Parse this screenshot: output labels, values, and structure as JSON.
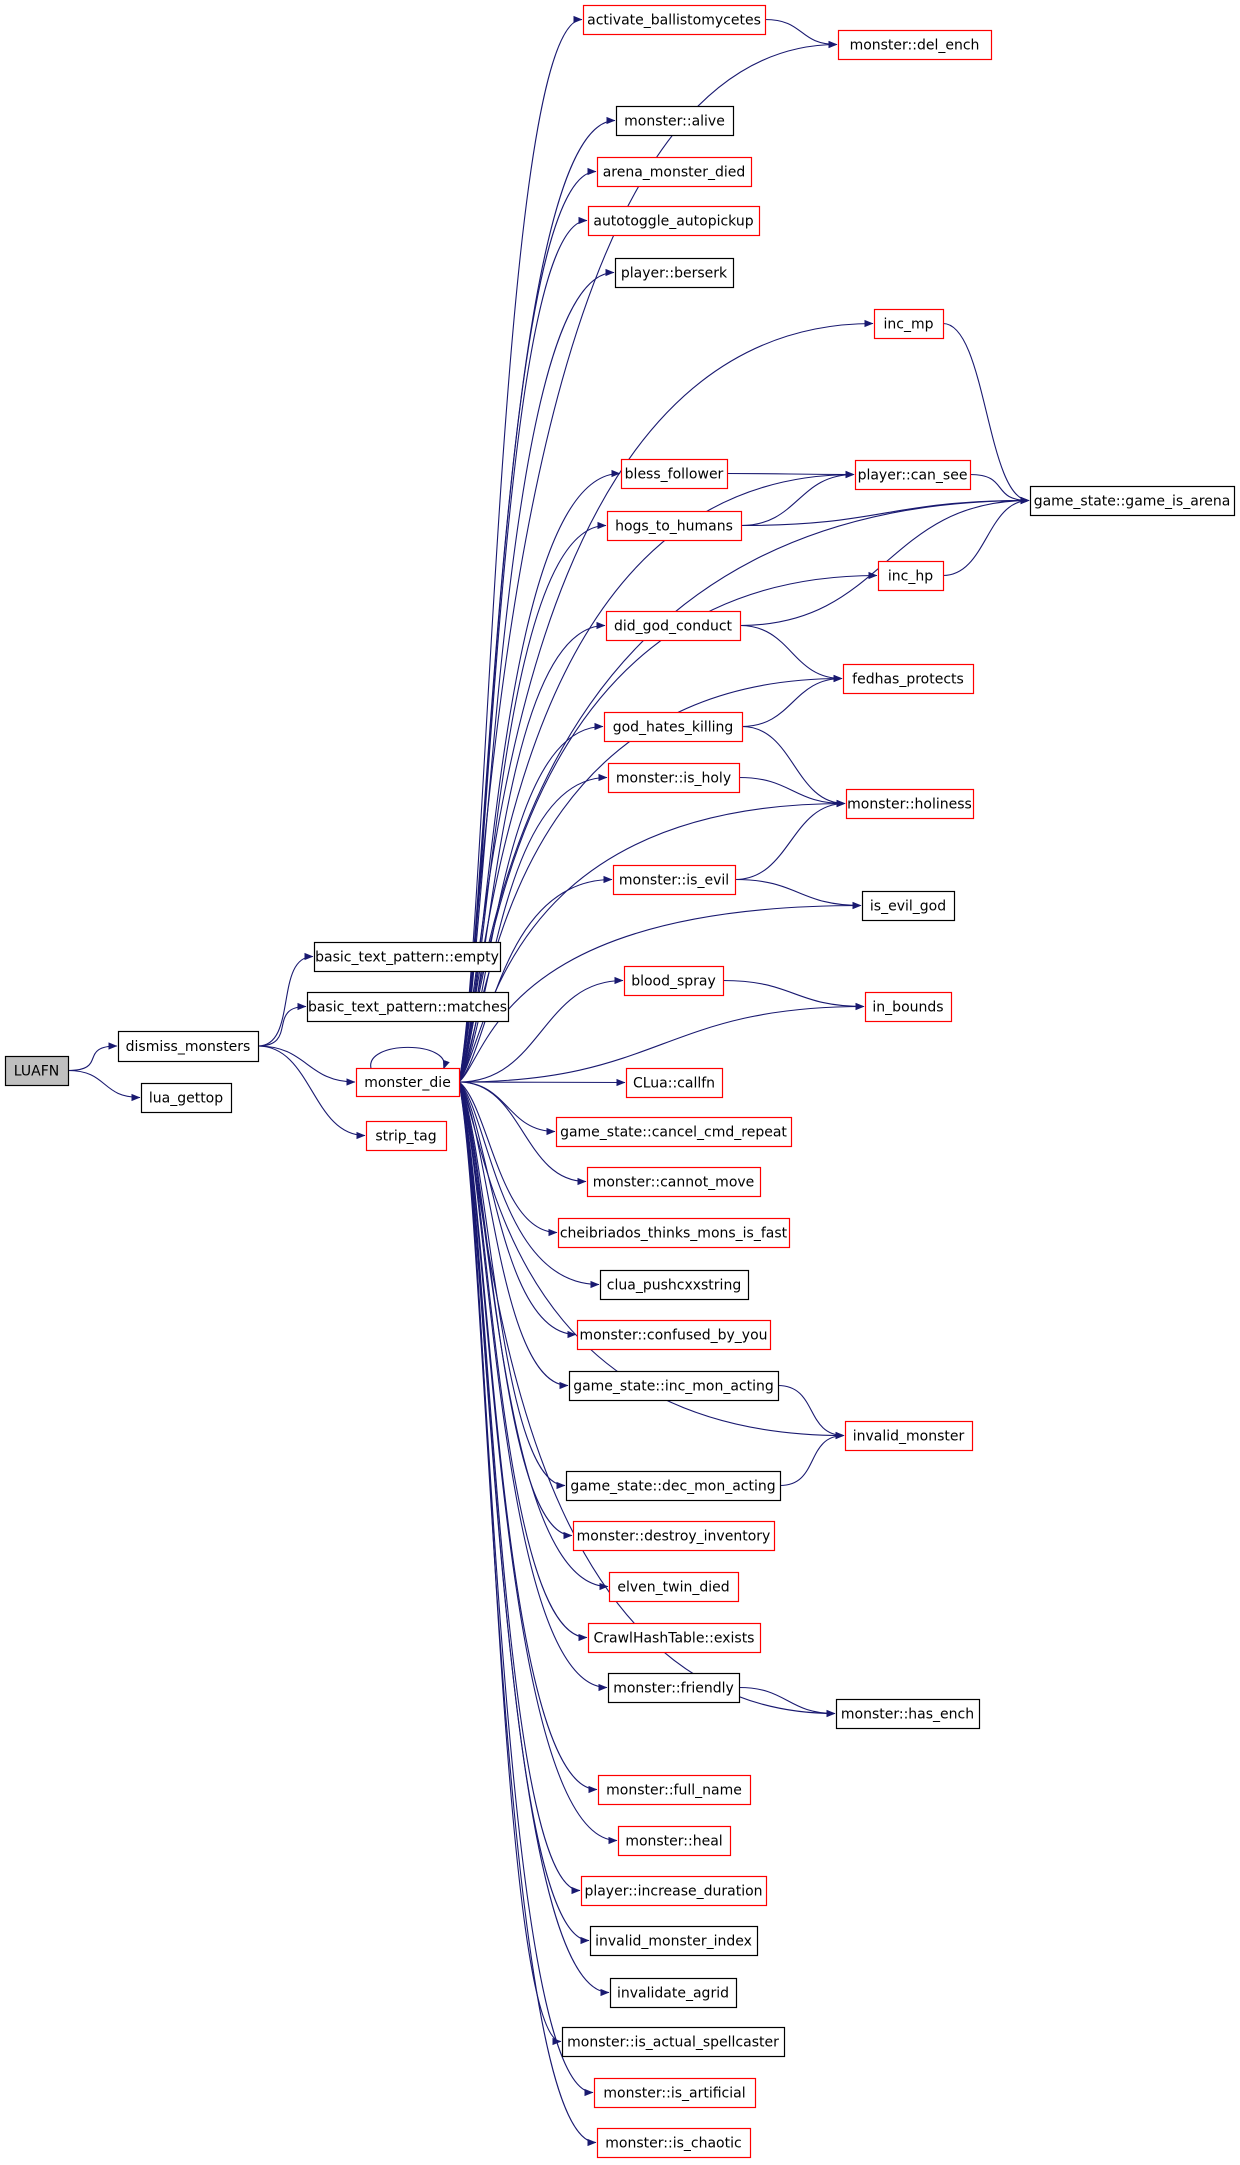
{
  "colors": {
    "edge": "#191970",
    "border_black": "#000000",
    "border_red": "#ff0000",
    "root_fill": "#bfbfbf"
  },
  "nodes": [
    {
      "id": "luafn",
      "label": "LUAFN",
      "border": "root"
    },
    {
      "id": "dismiss_monsters",
      "label": "dismiss_monsters",
      "border": "black"
    },
    {
      "id": "lua_gettop",
      "label": "lua_gettop",
      "border": "black"
    },
    {
      "id": "btp_empty",
      "label": "basic_text_pattern::empty",
      "border": "black"
    },
    {
      "id": "btp_matches",
      "label": "basic_text_pattern::matches",
      "border": "black"
    },
    {
      "id": "monster_die",
      "label": "monster_die",
      "border": "red"
    },
    {
      "id": "strip_tag",
      "label": "strip_tag",
      "border": "red"
    },
    {
      "id": "activate_ballistomycetes",
      "label": "activate_ballistomycetes",
      "border": "red"
    },
    {
      "id": "del_ench",
      "label": "monster::del_ench",
      "border": "red"
    },
    {
      "id": "alive",
      "label": "monster::alive",
      "border": "black"
    },
    {
      "id": "arena_monster_died",
      "label": "arena_monster_died",
      "border": "red"
    },
    {
      "id": "autotoggle_autopickup",
      "label": "autotoggle_autopickup",
      "border": "red"
    },
    {
      "id": "berserk",
      "label": "player::berserk",
      "border": "black"
    },
    {
      "id": "inc_mp",
      "label": "inc_mp",
      "border": "red"
    },
    {
      "id": "bless_follower",
      "label": "bless_follower",
      "border": "red"
    },
    {
      "id": "can_see",
      "label": "player::can_see",
      "border": "red"
    },
    {
      "id": "game_is_arena",
      "label": "game_state::game_is_arena",
      "border": "black"
    },
    {
      "id": "hogs_to_humans",
      "label": "hogs_to_humans",
      "border": "red"
    },
    {
      "id": "inc_hp",
      "label": "inc_hp",
      "border": "red"
    },
    {
      "id": "did_god_conduct",
      "label": "did_god_conduct",
      "border": "red"
    },
    {
      "id": "fedhas_protects",
      "label": "fedhas_protects",
      "border": "red"
    },
    {
      "id": "god_hates_killing",
      "label": "god_hates_killing",
      "border": "red"
    },
    {
      "id": "is_holy",
      "label": "monster::is_holy",
      "border": "red"
    },
    {
      "id": "holiness",
      "label": "monster::holiness",
      "border": "red"
    },
    {
      "id": "is_evil",
      "label": "monster::is_evil",
      "border": "red"
    },
    {
      "id": "is_evil_god",
      "label": "is_evil_god",
      "border": "black"
    },
    {
      "id": "blood_spray",
      "label": "blood_spray",
      "border": "red"
    },
    {
      "id": "in_bounds",
      "label": "in_bounds",
      "border": "red"
    },
    {
      "id": "callfn",
      "label": "CLua::callfn",
      "border": "red"
    },
    {
      "id": "cancel_cmd_repeat",
      "label": "game_state::cancel_cmd_repeat",
      "border": "red"
    },
    {
      "id": "cannot_move",
      "label": "monster::cannot_move",
      "border": "red"
    },
    {
      "id": "cheibriados",
      "label": "cheibriados_thinks_mons_is_fast",
      "border": "red"
    },
    {
      "id": "clua_pushcxxstring",
      "label": "clua_pushcxxstring",
      "border": "black"
    },
    {
      "id": "confused_by_you",
      "label": "monster::confused_by_you",
      "border": "red"
    },
    {
      "id": "inc_mon_acting",
      "label": "game_state::inc_mon_acting",
      "border": "black"
    },
    {
      "id": "invalid_monster",
      "label": "invalid_monster",
      "border": "red"
    },
    {
      "id": "dec_mon_acting",
      "label": "game_state::dec_mon_acting",
      "border": "black"
    },
    {
      "id": "destroy_inventory",
      "label": "monster::destroy_inventory",
      "border": "red"
    },
    {
      "id": "elven_twin_died",
      "label": "elven_twin_died",
      "border": "red"
    },
    {
      "id": "exists",
      "label": "CrawlHashTable::exists",
      "border": "red"
    },
    {
      "id": "friendly",
      "label": "monster::friendly",
      "border": "black"
    },
    {
      "id": "has_ench",
      "label": "monster::has_ench",
      "border": "black"
    },
    {
      "id": "full_name",
      "label": "monster::full_name",
      "border": "red"
    },
    {
      "id": "heal",
      "label": "monster::heal",
      "border": "red"
    },
    {
      "id": "increase_duration",
      "label": "player::increase_duration",
      "border": "red"
    },
    {
      "id": "invalid_monster_index",
      "label": "invalid_monster_index",
      "border": "black"
    },
    {
      "id": "invalidate_agrid",
      "label": "invalidate_agrid",
      "border": "black"
    },
    {
      "id": "is_actual_spellcaster",
      "label": "monster::is_actual_spellcaster",
      "border": "black"
    },
    {
      "id": "is_artificial",
      "label": "monster::is_artificial",
      "border": "red"
    },
    {
      "id": "is_chaotic",
      "label": "monster::is_chaotic",
      "border": "red"
    }
  ],
  "edges": [
    [
      "luafn",
      "dismiss_monsters"
    ],
    [
      "luafn",
      "lua_gettop"
    ],
    [
      "dismiss_monsters",
      "btp_empty"
    ],
    [
      "dismiss_monsters",
      "btp_matches"
    ],
    [
      "dismiss_monsters",
      "monster_die"
    ],
    [
      "dismiss_monsters",
      "strip_tag"
    ],
    [
      "monster_die",
      "monster_die"
    ],
    [
      "monster_die",
      "activate_ballistomycetes"
    ],
    [
      "monster_die",
      "del_ench"
    ],
    [
      "monster_die",
      "alive"
    ],
    [
      "monster_die",
      "arena_monster_died"
    ],
    [
      "monster_die",
      "autotoggle_autopickup"
    ],
    [
      "monster_die",
      "berserk"
    ],
    [
      "monster_die",
      "inc_mp"
    ],
    [
      "monster_die",
      "game_is_arena"
    ],
    [
      "monster_die",
      "can_see"
    ],
    [
      "monster_die",
      "bless_follower"
    ],
    [
      "monster_die",
      "hogs_to_humans"
    ],
    [
      "monster_die",
      "inc_hp"
    ],
    [
      "monster_die",
      "did_god_conduct"
    ],
    [
      "monster_die",
      "fedhas_protects"
    ],
    [
      "monster_die",
      "god_hates_killing"
    ],
    [
      "monster_die",
      "is_holy"
    ],
    [
      "monster_die",
      "holiness"
    ],
    [
      "monster_die",
      "is_evil"
    ],
    [
      "monster_die",
      "is_evil_god"
    ],
    [
      "monster_die",
      "blood_spray"
    ],
    [
      "monster_die",
      "in_bounds"
    ],
    [
      "monster_die",
      "callfn"
    ],
    [
      "monster_die",
      "cancel_cmd_repeat"
    ],
    [
      "monster_die",
      "cannot_move"
    ],
    [
      "monster_die",
      "cheibriados"
    ],
    [
      "monster_die",
      "clua_pushcxxstring"
    ],
    [
      "monster_die",
      "confused_by_you"
    ],
    [
      "monster_die",
      "inc_mon_acting"
    ],
    [
      "monster_die",
      "invalid_monster"
    ],
    [
      "monster_die",
      "dec_mon_acting"
    ],
    [
      "monster_die",
      "destroy_inventory"
    ],
    [
      "monster_die",
      "elven_twin_died"
    ],
    [
      "monster_die",
      "exists"
    ],
    [
      "monster_die",
      "friendly"
    ],
    [
      "monster_die",
      "has_ench"
    ],
    [
      "monster_die",
      "full_name"
    ],
    [
      "monster_die",
      "heal"
    ],
    [
      "monster_die",
      "increase_duration"
    ],
    [
      "monster_die",
      "invalid_monster_index"
    ],
    [
      "monster_die",
      "invalidate_agrid"
    ],
    [
      "monster_die",
      "is_actual_spellcaster"
    ],
    [
      "monster_die",
      "is_artificial"
    ],
    [
      "monster_die",
      "is_chaotic"
    ],
    [
      "activate_ballistomycetes",
      "del_ench"
    ],
    [
      "inc_mp",
      "game_is_arena"
    ],
    [
      "bless_follower",
      "can_see"
    ],
    [
      "can_see",
      "game_is_arena"
    ],
    [
      "hogs_to_humans",
      "can_see"
    ],
    [
      "hogs_to_humans",
      "game_is_arena"
    ],
    [
      "inc_hp",
      "game_is_arena"
    ],
    [
      "did_god_conduct",
      "game_is_arena"
    ],
    [
      "did_god_conduct",
      "fedhas_protects"
    ],
    [
      "god_hates_killing",
      "fedhas_protects"
    ],
    [
      "god_hates_killing",
      "holiness"
    ],
    [
      "is_holy",
      "holiness"
    ],
    [
      "is_evil",
      "holiness"
    ],
    [
      "is_evil",
      "is_evil_god"
    ],
    [
      "blood_spray",
      "in_bounds"
    ],
    [
      "inc_mon_acting",
      "invalid_monster"
    ],
    [
      "dec_mon_acting",
      "invalid_monster"
    ],
    [
      "friendly",
      "has_ench"
    ]
  ]
}
